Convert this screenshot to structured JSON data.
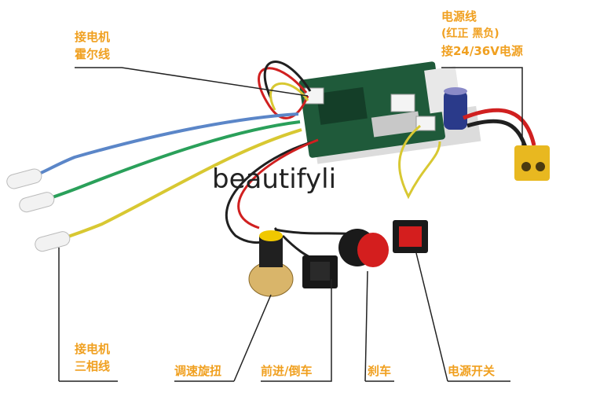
{
  "labels": {
    "motor_hall": [
      "接电机",
      "霍尔线"
    ],
    "power_line": [
      "电源线",
      "(红正 黑负)",
      "接24/36V电源"
    ],
    "motor_phase": [
      "接电机",
      "三相线"
    ],
    "speed_knob": "调速旋扭",
    "forward_reverse": "前进/倒车",
    "brake": "刹车",
    "power_switch": "电源开关"
  },
  "watermark": "beautifyli",
  "colors": {
    "label": "#f0a020",
    "board": "#1f5a3a",
    "wire_blue": "#5b86c8",
    "wire_green": "#2aa05a",
    "wire_yellow": "#d8c832",
    "wire_red": "#d02020",
    "wire_black": "#202020",
    "connector_yellow": "#e8b820",
    "button_red": "#d41e1e"
  }
}
